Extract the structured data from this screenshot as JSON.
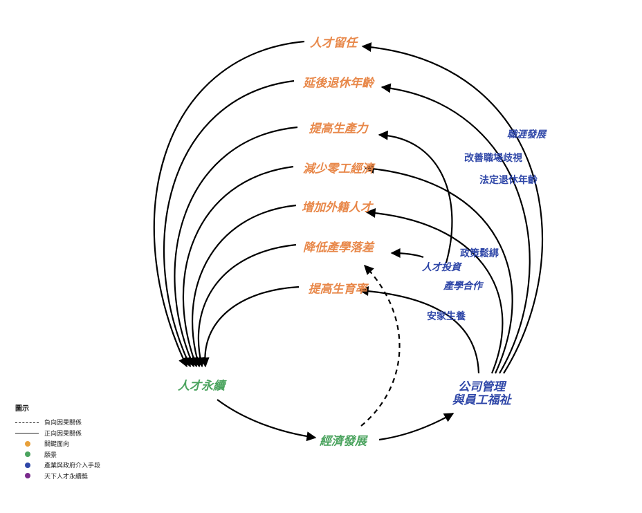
{
  "nodes": {
    "talent_retention": "人才留任",
    "delay_retirement": "延後退休年齡",
    "raise_productivity": "提高生產力",
    "reduce_gig": "減少零工經濟",
    "add_foreign_talent": "增加外籍人才",
    "reduce_skill_gap": "降低產學落差",
    "raise_birthrate": "提高生育率",
    "talent_sustain": "人才永續",
    "economic_dev": "經濟發展",
    "corp_mgmt_line1": "公司管理",
    "corp_mgmt_line2": "與員工福祉"
  },
  "interventions": {
    "career_dev": "職涯發展",
    "improve_workplace": "改善職場歧視",
    "legal_retirement": "法定退休年齡",
    "policy_relax": "政策鬆綁",
    "talent_invest": "人才投資",
    "industry_academia": "產學合作",
    "settle_birth": "安家生養"
  },
  "legend": {
    "title": "圖示",
    "negative": "負向因果關係",
    "positive": "正向因果關係",
    "key_aspect": "關鍵面向",
    "vision": "願景",
    "intervention": "產業與政府介入手段",
    "award": "天下人才永續獎"
  },
  "colors": {
    "key_aspect": "#e8884a",
    "vision": "#4aa35e",
    "intervention": "#2f47a8",
    "award": "#7a2a8c",
    "line": "#000000"
  }
}
